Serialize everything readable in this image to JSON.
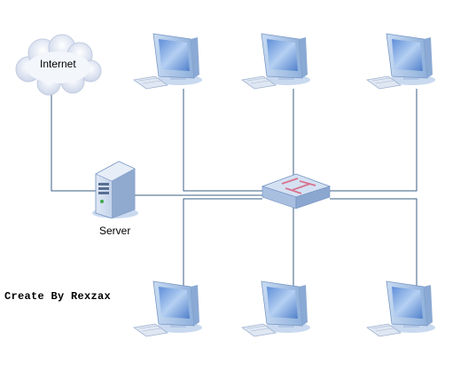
{
  "labels": {
    "internet": "Internet",
    "server": "Server",
    "credit": "Create By Rexzax"
  },
  "icons": {
    "cloud": "cloud-icon",
    "server": "server-tower-icon",
    "switch": "network-switch-icon",
    "workstation": "desktop-computer-icon"
  },
  "colors": {
    "line": "#3b5f86",
    "monitor_frame": "#a9c4e6",
    "monitor_screen": "#7aa6de",
    "cloud": "#e6ebf5",
    "server_body": "#c4d5ea",
    "switch_body": "#b7cbe6",
    "switch_arrows": "#d9738f"
  }
}
